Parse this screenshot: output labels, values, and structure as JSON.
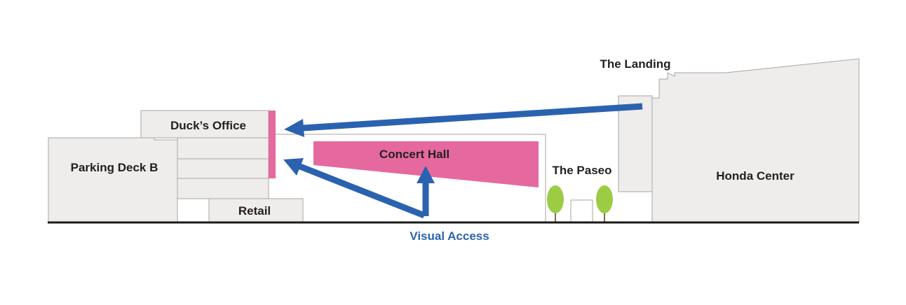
{
  "labels": {
    "parking_deck": "Parking Deck B",
    "ducks_office": "Duck’s Office",
    "retail": "Retail",
    "concert_hall": "Concert Hall",
    "the_paseo": "The Paseo",
    "the_landing": "The Landing",
    "honda_center": "Honda Center",
    "visual_access": "Visual Access"
  },
  "colors": {
    "building_fill": "#efedeb",
    "building_stroke": "#a8a5a3",
    "accent_pink": "#e5699f",
    "arrow_blue": "#2b62b0",
    "tree_green": "#9ccc44",
    "ground": "#1a1a1a",
    "text": "#231f20"
  }
}
